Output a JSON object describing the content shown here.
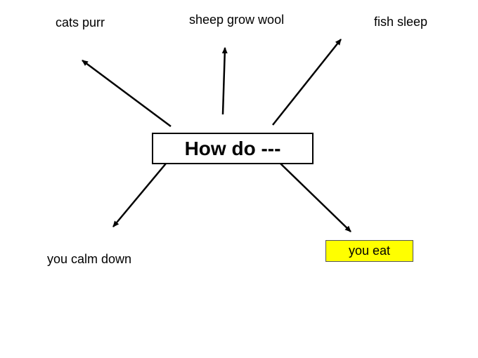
{
  "center": {
    "label": "How do ---"
  },
  "branches": {
    "cats": "cats purr",
    "sheep": "sheep grow wool",
    "fish": "fish sleep",
    "calm": "you calm down",
    "eat": "you eat"
  },
  "colors": {
    "highlight": "#ffff00",
    "line": "#000000"
  }
}
